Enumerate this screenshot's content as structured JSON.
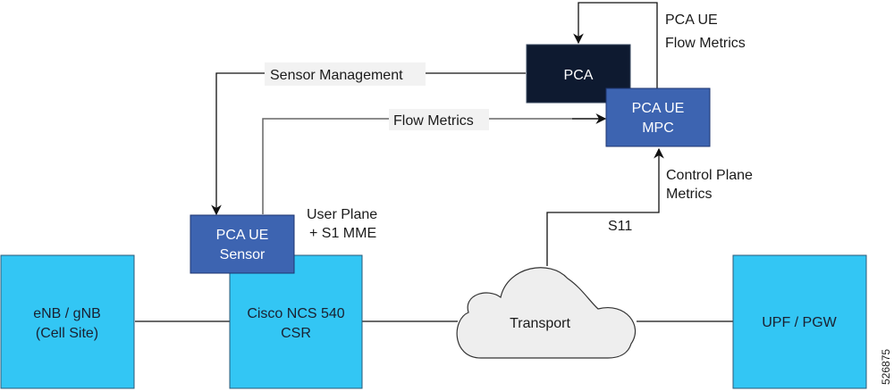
{
  "colors": {
    "cyan_box": "#33c6f4",
    "blue_box": "#3d64b1",
    "navy_box": "#0e1a30",
    "label_bg": "#f2f2f2",
    "cloud_fill": "#eeeeee"
  },
  "nodes": {
    "enb": {
      "line1": "eNB / gNB",
      "line2": "(Cell Site)"
    },
    "ncs": {
      "line1": "Cisco NCS 540",
      "line2": "CSR"
    },
    "sensor": {
      "line1": "PCA UE",
      "line2": "Sensor"
    },
    "pca": {
      "line1": "PCA"
    },
    "mpc": {
      "line1": "PCA UE",
      "line2": "MPC"
    },
    "transport": {
      "line1": "Transport"
    },
    "upf": {
      "line1": "UPF / PGW"
    }
  },
  "edges": {
    "sensor_mgmt": "Sensor Management",
    "flow_metrics": "Flow Metrics",
    "pca_ue_flow": {
      "line1": "PCA UE",
      "line2": "Flow Metrics"
    },
    "user_plane": {
      "line1": "User Plane",
      "line2": "+ S1 MME"
    },
    "control_plane": {
      "line1": "Control Plane",
      "line2": "Metrics"
    },
    "s11": "S11"
  },
  "figure_id": "526875"
}
